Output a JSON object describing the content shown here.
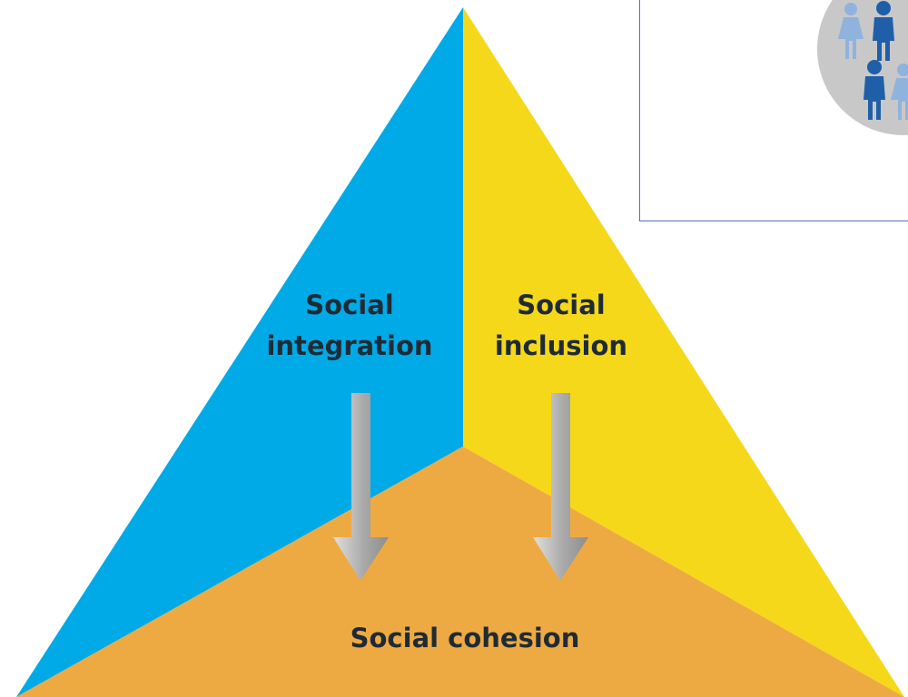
{
  "diagram": {
    "labels": {
      "integration_line1": "Social",
      "integration_line2": "integration",
      "inclusion_line1": "Social",
      "inclusion_line2": "inclusion",
      "cohesion": "Social cohesion"
    },
    "colors": {
      "integration": "#00aae6",
      "inclusion": "#f6d81b",
      "cohesion": "#eeaa42",
      "arrow_light": "#e0e0e0",
      "arrow_dark": "#8d8d8d",
      "text": "#1e2b36",
      "inset_border": "#4a73c9",
      "people_disc": "#c8c8c8",
      "person_dark": "#1f5fa8",
      "person_light": "#8fb3dc"
    },
    "inset": {
      "icon": "people-group-icon"
    }
  }
}
